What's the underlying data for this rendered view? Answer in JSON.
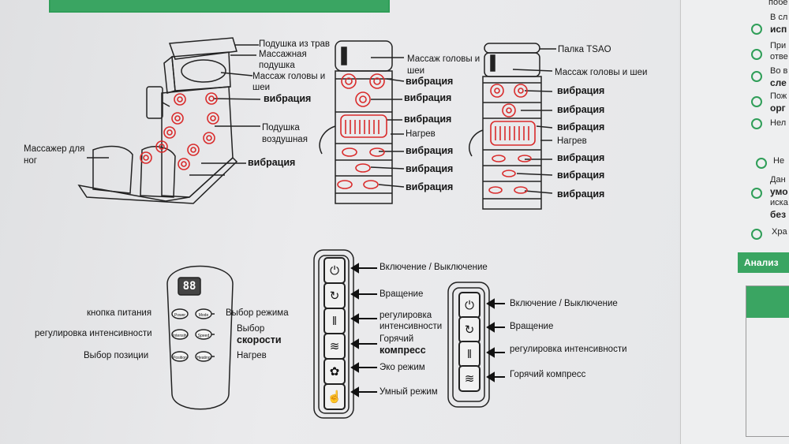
{
  "diagram1": {
    "labels": [
      "Подушка из трав",
      "Массажная",
      "подушка",
      "Массаж головы и",
      "шеи",
      "вибрация",
      "Подушка",
      "воздушная",
      "Массажер для",
      "ног",
      "вибрация"
    ]
  },
  "diagram2": {
    "labels": [
      "Массаж головы и",
      "шеи",
      "вибрация",
      "вибрация",
      "вибрация",
      "Нагрев",
      "вибрация",
      "вибрация",
      "вибрация"
    ]
  },
  "diagram3": {
    "labels": [
      "Палка TSAO",
      "Массаж головы и шеи",
      "вибрация",
      "вибрация",
      "вибрация",
      "Нагрев",
      "вибрация",
      "вибрация",
      "вибрация"
    ]
  },
  "remote": {
    "display": "88",
    "buttons": [
      "Power",
      "Mode",
      "Intensity",
      "Speed",
      "Position",
      "Heating"
    ],
    "labels": [
      "кнопка питания",
      "Выбор режима",
      "регулировка интенсивности",
      "Выбор",
      "скорости",
      "Выбор позиции",
      "Нагрев"
    ]
  },
  "panel1": {
    "labels": [
      "Включение / Выключение",
      "Вращение",
      "регулировка",
      "интенсивности",
      "Горячий",
      "компресс",
      "Эко режим",
      "Умный режим"
    ]
  },
  "panel2": {
    "labels": [
      "Включение / Выключение",
      "Вращение",
      "регулировка интенсивности",
      "Горячий компресс"
    ]
  },
  "right_page": {
    "items": [
      "побе",
      "В сл",
      "исп",
      "При",
      "отве",
      "Во в",
      "сле",
      "Пож",
      "орг",
      "Нел",
      "Не",
      "Дан",
      "умо",
      "иска",
      "без",
      "Хра"
    ],
    "section_header": "Анализ"
  }
}
